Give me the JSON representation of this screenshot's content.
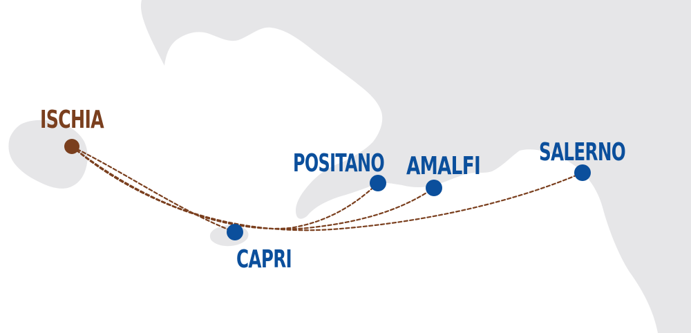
{
  "colors": {
    "land": "#e6e6e8",
    "sea": "#ffffff",
    "route": "#7a3f1e",
    "origin": "#7a3f1e",
    "destination": "#0b4f9c"
  },
  "origin": {
    "id": "ischia",
    "label": "ISCHIA"
  },
  "destinations": [
    {
      "id": "capri",
      "label": "CAPRI"
    },
    {
      "id": "positano",
      "label": "POSITANO"
    },
    {
      "id": "amalfi",
      "label": "AMALFI"
    },
    {
      "id": "salerno",
      "label": "SALERNO"
    }
  ]
}
